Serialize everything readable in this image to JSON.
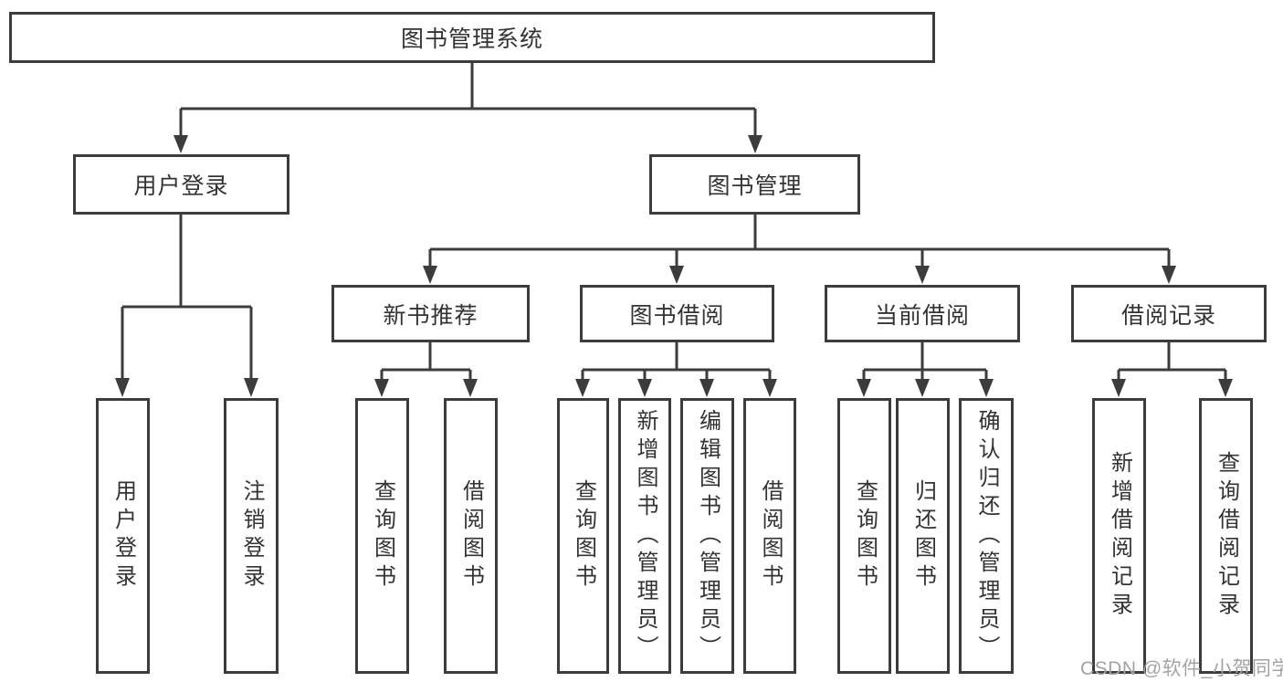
{
  "tree": {
    "root": {
      "label": "图书管理系统",
      "children": [
        {
          "label": "用户登录",
          "children": [
            {
              "label": "用户登录"
            },
            {
              "label": "注销登录"
            }
          ]
        },
        {
          "label": "图书管理",
          "children": [
            {
              "label": "新书推荐",
              "children": [
                {
                  "label": "查询图书"
                },
                {
                  "label": "借阅图书"
                }
              ]
            },
            {
              "label": "图书借阅",
              "children": [
                {
                  "label": "查询图书"
                },
                {
                  "label": "新增图书（管理员）"
                },
                {
                  "label": "编辑图书（管理员）"
                },
                {
                  "label": "借阅图书"
                }
              ]
            },
            {
              "label": "当前借阅",
              "children": [
                {
                  "label": "查询图书"
                },
                {
                  "label": "归还图书"
                },
                {
                  "label": "确认归还（管理员）"
                }
              ]
            },
            {
              "label": "借阅记录",
              "children": [
                {
                  "label": "新增借阅记录"
                },
                {
                  "label": "查询借阅记录"
                }
              ]
            }
          ]
        }
      ]
    }
  },
  "watermark": {
    "text": "CSDN @软件_小贺同学"
  },
  "colors": {
    "line": "#3c3c3c",
    "border": "#3c3c3c",
    "text": "#333333",
    "watermark": "#a3a3a3",
    "background": "#ffffff"
  }
}
